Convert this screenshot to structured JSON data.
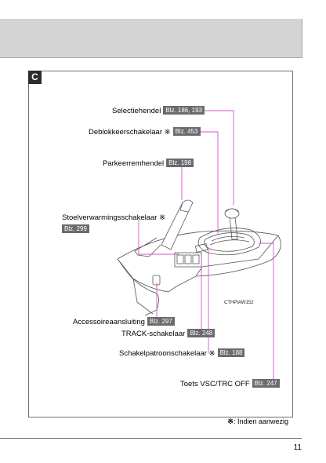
{
  "section_letter": "C",
  "callouts": [
    {
      "label": "Selectiehendel",
      "page": "Blz. 186, 193"
    },
    {
      "label": "Deblokkeerschakelaar ※",
      "page": "Blz. 453"
    },
    {
      "label": "Parkeerremhendel",
      "page": "Blz. 198"
    },
    {
      "label": "Stoelverwarmingsschakelaar ※",
      "page": "Blz. 299"
    },
    {
      "label": "Accessoireaansluiting",
      "page": "Blz. 297"
    },
    {
      "label": "TRACK-schakelaar",
      "page": "Blz. 248"
    },
    {
      "label": "Schakelpatroonschakelaar ※",
      "page": "Blz. 188"
    },
    {
      "label": "Toets VSC/TRC OFF",
      "page": "Blz. 247"
    }
  ],
  "figure_code": "CTHPIAW152",
  "footnote": {
    "symbol": "※",
    "text": ": Indien aanwezig"
  },
  "page_number": "11",
  "colors": {
    "callout_line": "#d94fd1",
    "badge": "#6b6b6b",
    "header_band": "#d4d4d4"
  }
}
